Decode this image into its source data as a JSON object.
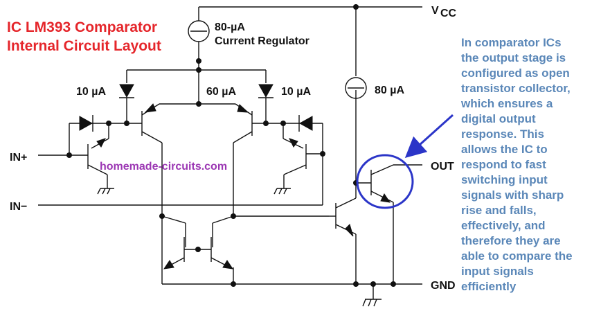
{
  "title": {
    "line1": "IC LM393 Comparator",
    "line2": "Internal Circuit Layout"
  },
  "watermark": "homemade-circuits.com",
  "labels": {
    "regulator_current": "80-µA",
    "regulator_name": "Current Regulator",
    "diode_left_current": "10 µA",
    "center_current": "60 µA",
    "diode_right_current": "10 µA",
    "output_source_current": "80 µA",
    "vcc": "V",
    "vcc_sub": "CC",
    "in_plus": "IN+",
    "in_minus": "IN−",
    "out": "OUT",
    "gnd": "GND"
  },
  "annotation": [
    "In comparator ICs",
    "the output stage is",
    "configured as open",
    "transistor collector,",
    "which ensures a",
    "digital output",
    "response. This",
    "allows the IC to",
    "respond to fast",
    "switching input",
    "signals with sharp",
    "rise and falls,",
    "effectively, and",
    "therefore they are",
    "able to compare the",
    "input signals",
    "efficiently"
  ],
  "colors": {
    "title": "#e5262b",
    "annotation": "#5a87b8",
    "watermark": "#9b36b3",
    "highlight": "#2b35c8",
    "wire": "#111111"
  }
}
